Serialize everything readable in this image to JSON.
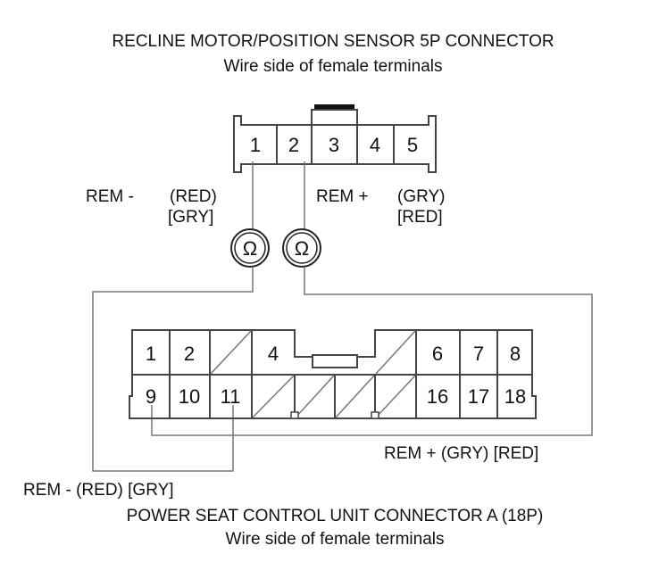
{
  "top_connector": {
    "title": "RECLINE MOTOR/POSITION SENSOR 5P CONNECTOR",
    "subtitle": "Wire side of female terminals",
    "pins": [
      "1",
      "2",
      "3",
      "4",
      "5"
    ]
  },
  "probes": {
    "left": {
      "name": "REM -",
      "color1": "(RED)",
      "color2": "[GRY]",
      "symbol": "Ω"
    },
    "right": {
      "name": "REM +",
      "color1": "(GRY)",
      "color2": "[RED]",
      "symbol": "Ω"
    }
  },
  "bottom_connector": {
    "title": "POWER SEAT CONTROL UNIT CONNECTOR A (18P)",
    "subtitle": "Wire side of female terminals",
    "pins_top": [
      "1",
      "2",
      "4",
      "6",
      "7",
      "8"
    ],
    "pins_bottom": [
      "9",
      "10",
      "11",
      "16",
      "17",
      "18"
    ]
  },
  "bottom_labels": {
    "rem_plus": "REM +  (GRY) [RED]",
    "rem_minus": "REM -  (RED) [GRY]"
  }
}
